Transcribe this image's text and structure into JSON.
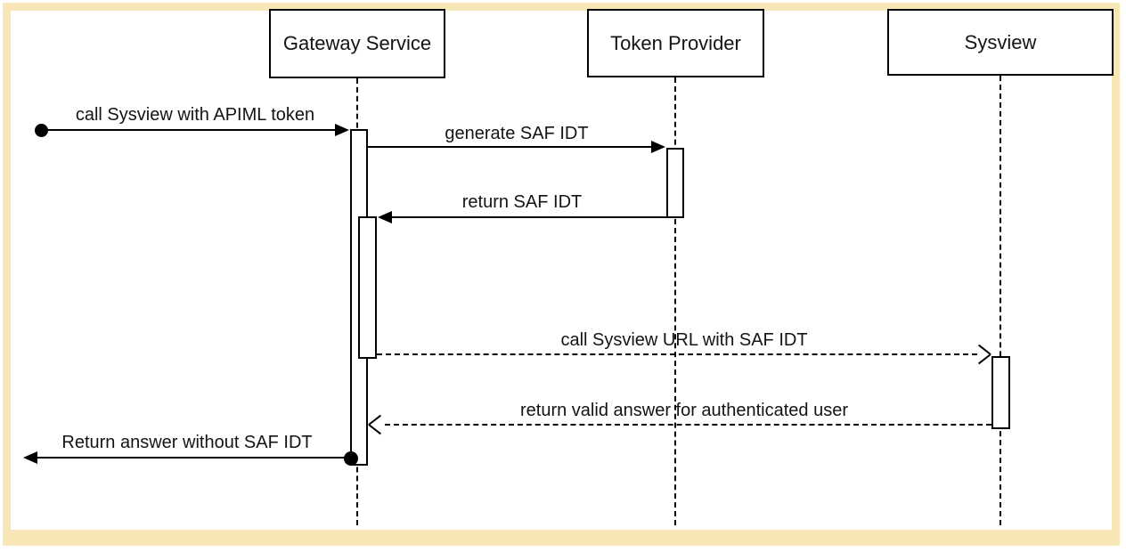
{
  "diagram": {
    "kind": "uml-sequence-diagram",
    "actors": [
      {
        "name": "Gateway Service"
      },
      {
        "name": "Token Provider"
      },
      {
        "name": "Sysview"
      }
    ],
    "messages": [
      {
        "label": "call Sysview with APIML token",
        "from": "external",
        "to": "Gateway Service",
        "line": "solid",
        "arrow": "filled",
        "origin": "filled-circle"
      },
      {
        "label": "generate SAF IDT",
        "from": "Gateway Service",
        "to": "Token Provider",
        "line": "solid",
        "arrow": "filled"
      },
      {
        "label": "return SAF IDT",
        "from": "Token Provider",
        "to": "Gateway Service",
        "line": "solid",
        "arrow": "filled"
      },
      {
        "label": "call Sysview URL with SAF IDT",
        "from": "Gateway Service",
        "to": "Sysview",
        "line": "dashed",
        "arrow": "open"
      },
      {
        "label": "return valid answer for authenticated user",
        "from": "Sysview",
        "to": "Gateway Service",
        "line": "dashed",
        "arrow": "open"
      },
      {
        "label": "Return answer without SAF IDT",
        "from": "Gateway Service",
        "to": "external",
        "line": "solid",
        "arrow": "filled",
        "origin": "filled-circle"
      }
    ],
    "colors": {
      "frame": "#f8e7b6",
      "line": "#000000",
      "text": "#141414",
      "fill": "#ffffff"
    }
  }
}
